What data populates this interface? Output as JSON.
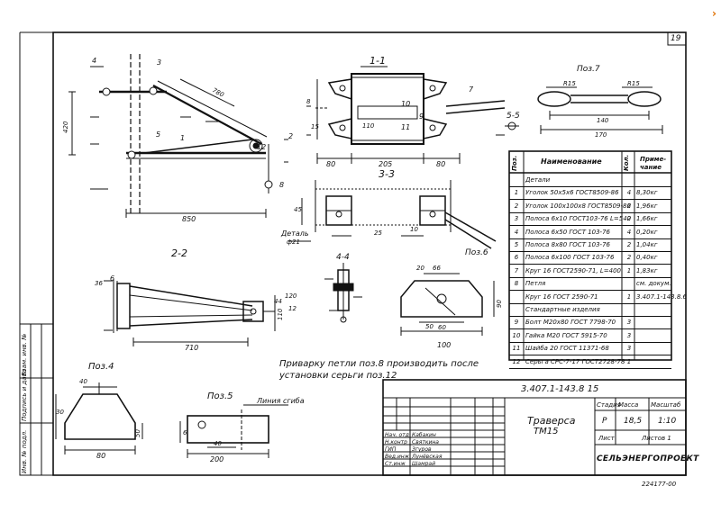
{
  "sheet": {
    "number": "19",
    "code": "3.407.1-143.8 15",
    "title": "Траверса",
    "subtitle": "ТМ15",
    "stage_hdr": "Стадия",
    "stage": "Р",
    "mass_hdr": "Масса",
    "mass": "18,5",
    "scale_hdr": "Масштаб",
    "scale": "1:10",
    "sheet_lbl": "Лист",
    "sheets_lbl": "Листов 1",
    "org": "СЕЛЬЭНЕРГОПРОЕКТ",
    "stamp": "224177-00",
    "side_labels": [
      "Взам. инв. №",
      "Подпись и дата",
      "Инв. № подл."
    ],
    "side_vals": [
      "",
      "",
      ""
    ]
  },
  "signatures": [
    {
      "role": "Нач. отд",
      "name": "Кабакин"
    },
    {
      "role": "Н.контр",
      "name": "Святкина"
    },
    {
      "role": "ГИП",
      "name": "Згуров"
    },
    {
      "role": "Вед.инж",
      "name": "Лунёвская"
    },
    {
      "role": "Ст.инж",
      "name": "Шамрай"
    }
  ],
  "note": "Приварку петли поз.8 производить после установки серьги поз.12",
  "spec": {
    "headers": {
      "pos": "Поз.",
      "name": "Наименование",
      "qty": "Кол.",
      "note": "Приме- чание"
    },
    "rows": [
      {
        "pos": "",
        "name": "Детали",
        "qty": "",
        "note": ""
      },
      {
        "pos": "1",
        "name": "Уголок 50х5х6 ГОСТ8509-86",
        "qty": "4",
        "note": "8,30кг"
      },
      {
        "pos": "2",
        "name": "Уголок 100х100х8 ГОСТ8509-86",
        "qty": "2",
        "note": "1,96кг"
      },
      {
        "pos": "3",
        "name": "Полоса 6х10 ГОСТ103-76 L=540",
        "qty": "2",
        "note": "1,66кг"
      },
      {
        "pos": "4",
        "name": "Полоса 6х50 ГОСТ 103-76",
        "qty": "4",
        "note": "0,20кг"
      },
      {
        "pos": "5",
        "name": "Полоса 8х80 ГОСТ 103-76",
        "qty": "2",
        "note": "1,04кг"
      },
      {
        "pos": "6",
        "name": "Полоса 6х100 ГОСТ 103-76",
        "qty": "2",
        "note": "0,40кг"
      },
      {
        "pos": "7",
        "name": "Круг 16 ГОСТ2590-71, L=400",
        "qty": "1",
        "note": "1,83кг"
      },
      {
        "pos": "8",
        "name": "Петля",
        "qty": "",
        "note": "см. докум."
      },
      {
        "pos": "",
        "name": "Круг 16 ГОСТ 2590-71",
        "qty": "1",
        "note": "3.407.1-143.8.6"
      },
      {
        "pos": "",
        "name": "Стандартные изделия",
        "qty": "",
        "note": ""
      },
      {
        "pos": "9",
        "name": "Болт М20х80 ГОСТ 7798-70",
        "qty": "3",
        "note": ""
      },
      {
        "pos": "10",
        "name": "Гайка М20 ГОСТ 5915-70",
        "qty": "3",
        "note": ""
      },
      {
        "pos": "11",
        "name": "Шайба 20 ГОСТ 11371-68",
        "qty": "3",
        "note": ""
      },
      {
        "pos": "12",
        "name": "Серьга СРС-7-17 ГОСТ2728-78",
        "qty": "1",
        "note": ""
      }
    ]
  },
  "views": {
    "v11": "1-1",
    "v22": "2-2",
    "v33": "3-3",
    "v44": "4-4",
    "v55": "5-5",
    "pos4": "Поз.4",
    "pos5": "Поз.5",
    "pos6": "Поз.6",
    "pos7": "Поз.7",
    "bend": "Линия сгиба",
    "detail": "Деталь",
    "detail_sub": "ф21"
  },
  "dims": {
    "d420": "420",
    "d780": "780",
    "d850": "850",
    "d205": "205",
    "d80a": "80",
    "d80b": "80",
    "d110": "110",
    "d140": "140",
    "d170": "170",
    "d710": "710",
    "d110b": "110",
    "d36": "36",
    "d40": "40",
    "d40b": "40",
    "d50": "50",
    "d100": "100",
    "d200": "200",
    "d80c": "80",
    "d66": "66",
    "d60": "60",
    "d90": "90",
    "d20": "20",
    "d8": "8",
    "d15": "15",
    "d10": "10",
    "d25": "25",
    "d45": "45",
    "d6": "6",
    "d30": "30",
    "d12": "12",
    "d120": "120",
    "d50b": "50",
    "dR15a": "R15",
    "dR15b": "R15",
    "d44": "44"
  },
  "callouts": [
    "1",
    "2",
    "3",
    "4",
    "5",
    "6",
    "7",
    "8",
    "9",
    "10",
    "11",
    "12"
  ]
}
